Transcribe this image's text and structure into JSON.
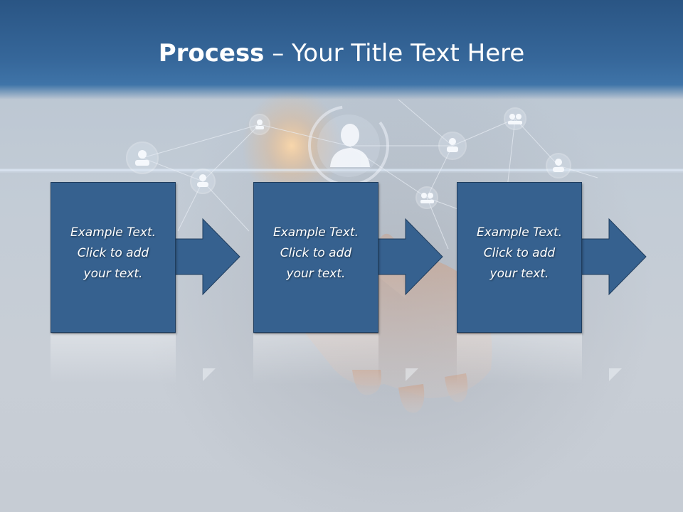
{
  "title": {
    "bold": "Process",
    "rest": " – Your Title Text Here"
  },
  "steps": [
    {
      "text": "Example Text.\nClick  to add\nyour text."
    },
    {
      "text": "Example Text.\nClick  to add\nyour text."
    },
    {
      "text": "Example Text.\nClick  to add\nyour text."
    }
  ],
  "colors": {
    "header": "#36679a",
    "box_fill": "#36618f",
    "box_border": "#1f3d5e",
    "text": "#ffffff"
  },
  "icons": [
    "person-icon",
    "network-node-icon",
    "hand-image"
  ]
}
